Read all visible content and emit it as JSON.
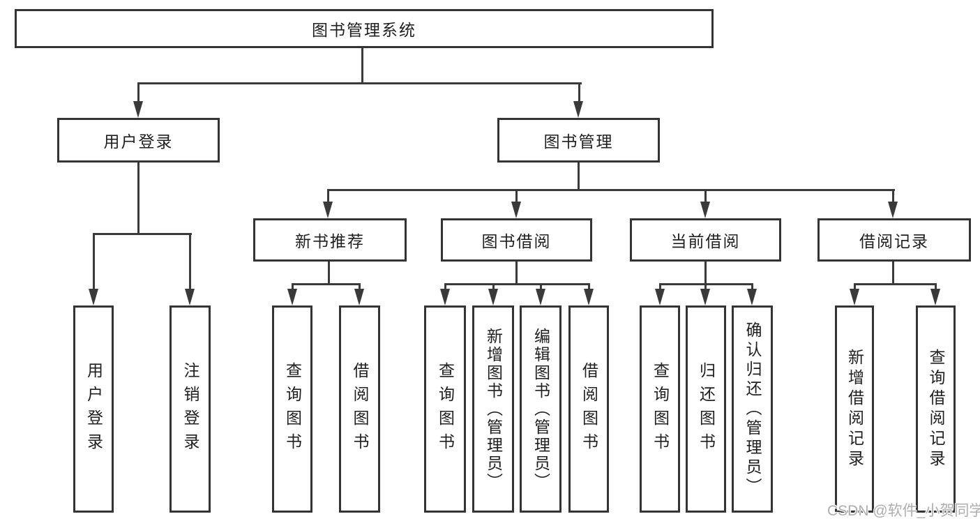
{
  "diagram": {
    "type": "hierarchy-tree",
    "title": "图书管理系统",
    "watermark": "CSDN @软件_小贺同学",
    "colors": {
      "line": "#3a3a3a",
      "box_border": "#343434",
      "text": "#1f1f1f",
      "background": "#ffffff",
      "watermark_text": "#aeaeae"
    },
    "nodes": {
      "root": {
        "label": "图书管理系统"
      },
      "level2": [
        {
          "label": "用户登录",
          "parent": "图书管理系统"
        },
        {
          "label": "图书管理",
          "parent": "图书管理系统"
        }
      ],
      "level3": [
        {
          "label": "新书推荐",
          "parent": "图书管理"
        },
        {
          "label": "图书借阅",
          "parent": "图书管理"
        },
        {
          "label": "当前借阅",
          "parent": "图书管理"
        },
        {
          "label": "借阅记录",
          "parent": "图书管理"
        }
      ],
      "leaves": [
        {
          "label": "用户登录",
          "parent": "用户登录"
        },
        {
          "label": "注销登录",
          "parent": "用户登录"
        },
        {
          "label": "查询图书",
          "parent": "新书推荐"
        },
        {
          "label": "借阅图书",
          "parent": "新书推荐"
        },
        {
          "label": "查询图书",
          "parent": "图书借阅"
        },
        {
          "label": "新增图书（管理员）",
          "parent": "图书借阅"
        },
        {
          "label": "编辑图书（管理员）",
          "parent": "图书借阅"
        },
        {
          "label": "借阅图书",
          "parent": "图书借阅"
        },
        {
          "label": "查询图书",
          "parent": "当前借阅"
        },
        {
          "label": "归还图书",
          "parent": "当前借阅"
        },
        {
          "label": "确认归还（管理员）",
          "parent": "当前借阅"
        },
        {
          "label": "新增借阅记录",
          "parent": "借阅记录"
        },
        {
          "label": "查询借阅记录",
          "parent": "借阅记录"
        }
      ]
    }
  }
}
